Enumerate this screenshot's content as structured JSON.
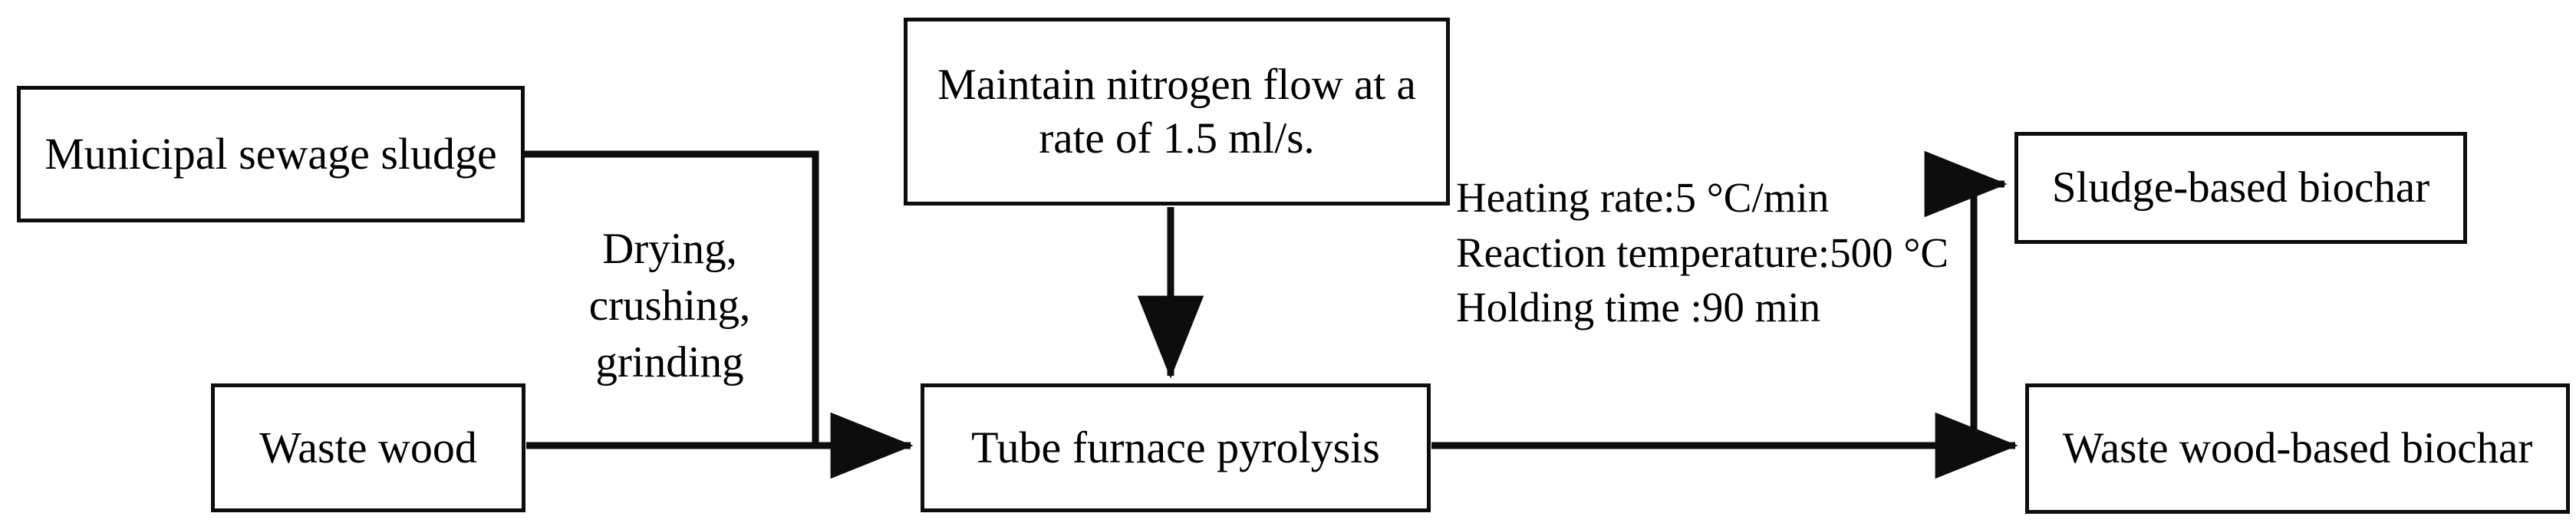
{
  "diagram": {
    "title": "Biochar production process flow diagram",
    "type": "process-flowchart",
    "orientation": "left-to-right",
    "stroke_color": "#0d0d0d",
    "background_color": "#ffffff",
    "nodes": [
      {
        "id": "sludge",
        "label": "Municipal sewage sludge",
        "role": "feedstock-input"
      },
      {
        "id": "wood",
        "label": "Waste wood",
        "role": "feedstock-input"
      },
      {
        "id": "nitrogen",
        "label": "Maintain nitrogen flow at a\nrate of 1.5 ml/s.",
        "role": "process-condition"
      },
      {
        "id": "furnace",
        "label": "Tube furnace pyrolysis",
        "role": "process-step"
      },
      {
        "id": "sludgechar",
        "label": "Sludge-based biochar",
        "role": "product-output"
      },
      {
        "id": "woodchar",
        "label": "Waste wood-based biochar",
        "role": "product-output"
      }
    ],
    "annotations": [
      {
        "id": "pretreatment",
        "label": "Drying,\ncrushing,\ngrinding",
        "lines": [
          "Drying,",
          "crushing,",
          "grinding"
        ],
        "attached_to": "feedstock-to-furnace-edge"
      },
      {
        "id": "conditions",
        "label": "Heating rate:5 °C/min\nReaction temperature:500 °C\nHolding time :90 min",
        "lines": [
          "Heating rate:5 °C/min",
          "Reaction temperature:500 °C",
          "Holding time :90 min"
        ],
        "parameters": {
          "heating_rate": "5 °C/min",
          "reaction_temperature": "500 °C",
          "holding_time": "90 min"
        },
        "attached_to": "furnace-to-products-edge"
      }
    ],
    "edges": [
      {
        "id": "sludge-to-junction",
        "from": "sludge",
        "to": "furnace",
        "arrowhead": false,
        "style": "elbow"
      },
      {
        "id": "wood-to-furnace",
        "from": "wood",
        "to": "furnace",
        "arrowhead": true,
        "style": "straight"
      },
      {
        "id": "nitrogen-to-furnace",
        "from": "nitrogen",
        "to": "furnace",
        "arrowhead": true,
        "style": "vertical"
      },
      {
        "id": "furnace-to-sludgechar",
        "from": "furnace",
        "to": "sludgechar",
        "arrowhead": true,
        "style": "elbow"
      },
      {
        "id": "furnace-to-woodchar",
        "from": "furnace",
        "to": "woodchar",
        "arrowhead": true,
        "style": "straight"
      }
    ]
  }
}
